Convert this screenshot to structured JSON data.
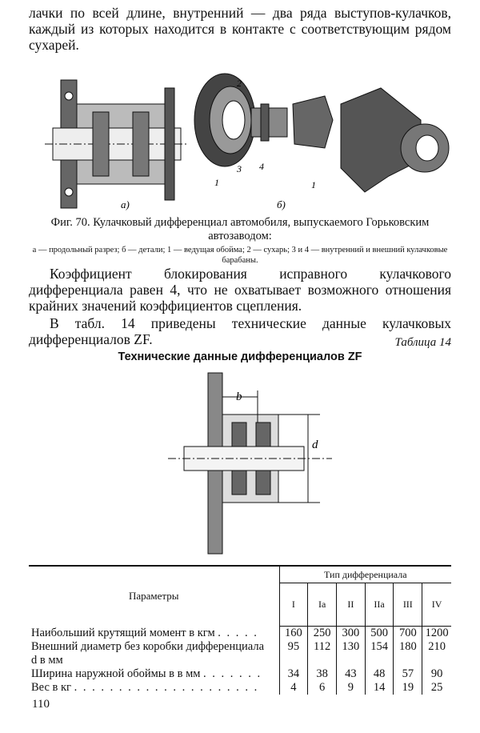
{
  "intro_text": "лачки по всей длине, внутренний — два ряда выступов-кулачков, каждый из которых находится в контакте с соответствующим рядом сухарей.",
  "figure": {
    "sub_a": "а)",
    "sub_b": "б)",
    "callouts": [
      "2",
      "1",
      "3",
      "4",
      "1"
    ],
    "caption": "Фиг. 70. Кулачковый дифференциал автомобиля, выпускаемого Горьковским автозаводом:",
    "legend": "а — продольный разрез; б — детали; 1 — ведущая обойма; 2 — сухарь; 3 и 4 — внутренний и внешний кулачковые барабаны."
  },
  "paragraph_1": "Коэффициент блокирования исправного кулачкового дифференциала равен 4, что не охватывает возможного отношения крайних значений коэффициентов сцепления.",
  "paragraph_2": "В табл. 14 приведены технические данные кулачковых дифференциалов ZF.",
  "table_label": "Таблица 14",
  "table_title": "Технические данные дифференциалов ZF",
  "diagram_labels": {
    "b": "b",
    "d": "d"
  },
  "table": {
    "param_header": "Параметры",
    "type_header": "Тип дифференциала",
    "types": [
      "I",
      "Ia",
      "II",
      "IIa",
      "III",
      "IV"
    ],
    "rows": [
      {
        "param": "Наибольший крутящий момент в кгм",
        "dots": ". . . . .",
        "values": [
          "160",
          "250",
          "300",
          "500",
          "700",
          "1200"
        ]
      },
      {
        "param": "Внешний диаметр без коробки дифференциала",
        "dots": "",
        "values": [
          "95",
          "112",
          "130",
          "154",
          "180",
          "210"
        ]
      },
      {
        "param": "d в мм",
        "dots": "",
        "values": [
          "",
          "",
          "",
          "",
          "",
          ""
        ]
      },
      {
        "param": "Ширина наружной обоймы в в мм",
        "dots": ". . . . . . .",
        "values": [
          "34",
          "38",
          "43",
          "48",
          "57",
          "90"
        ]
      },
      {
        "param": "Вес в кг",
        "dots": ". . . . . . . . . . . . . . . . . . . . .",
        "values": [
          "4",
          "6",
          "9",
          "14",
          "19",
          "25"
        ]
      }
    ]
  },
  "page_number": "110"
}
